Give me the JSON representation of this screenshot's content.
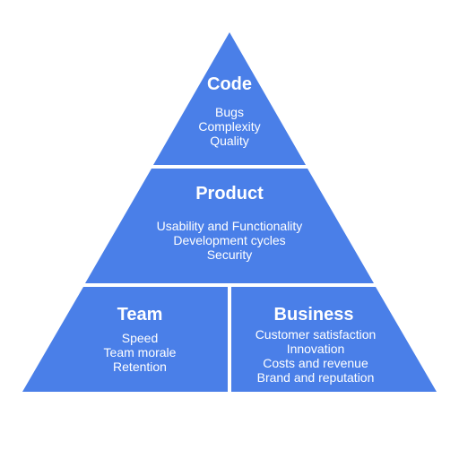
{
  "colors": {
    "fill": "#4a7fe8",
    "divider": "#ffffff",
    "text": "#ffffff"
  },
  "sections": {
    "code": {
      "title": "Code",
      "items": [
        "Bugs",
        "Complexity",
        "Quality"
      ]
    },
    "product": {
      "title": "Product",
      "items": [
        "Usability and Functionality",
        "Development cycles",
        "Security"
      ]
    },
    "team": {
      "title": "Team",
      "items": [
        "Speed",
        "Team morale",
        "Retention"
      ]
    },
    "business": {
      "title": "Business",
      "items": [
        "Customer satisfaction",
        "Innovation",
        "Costs and revenue",
        "Brand and reputation"
      ]
    }
  }
}
